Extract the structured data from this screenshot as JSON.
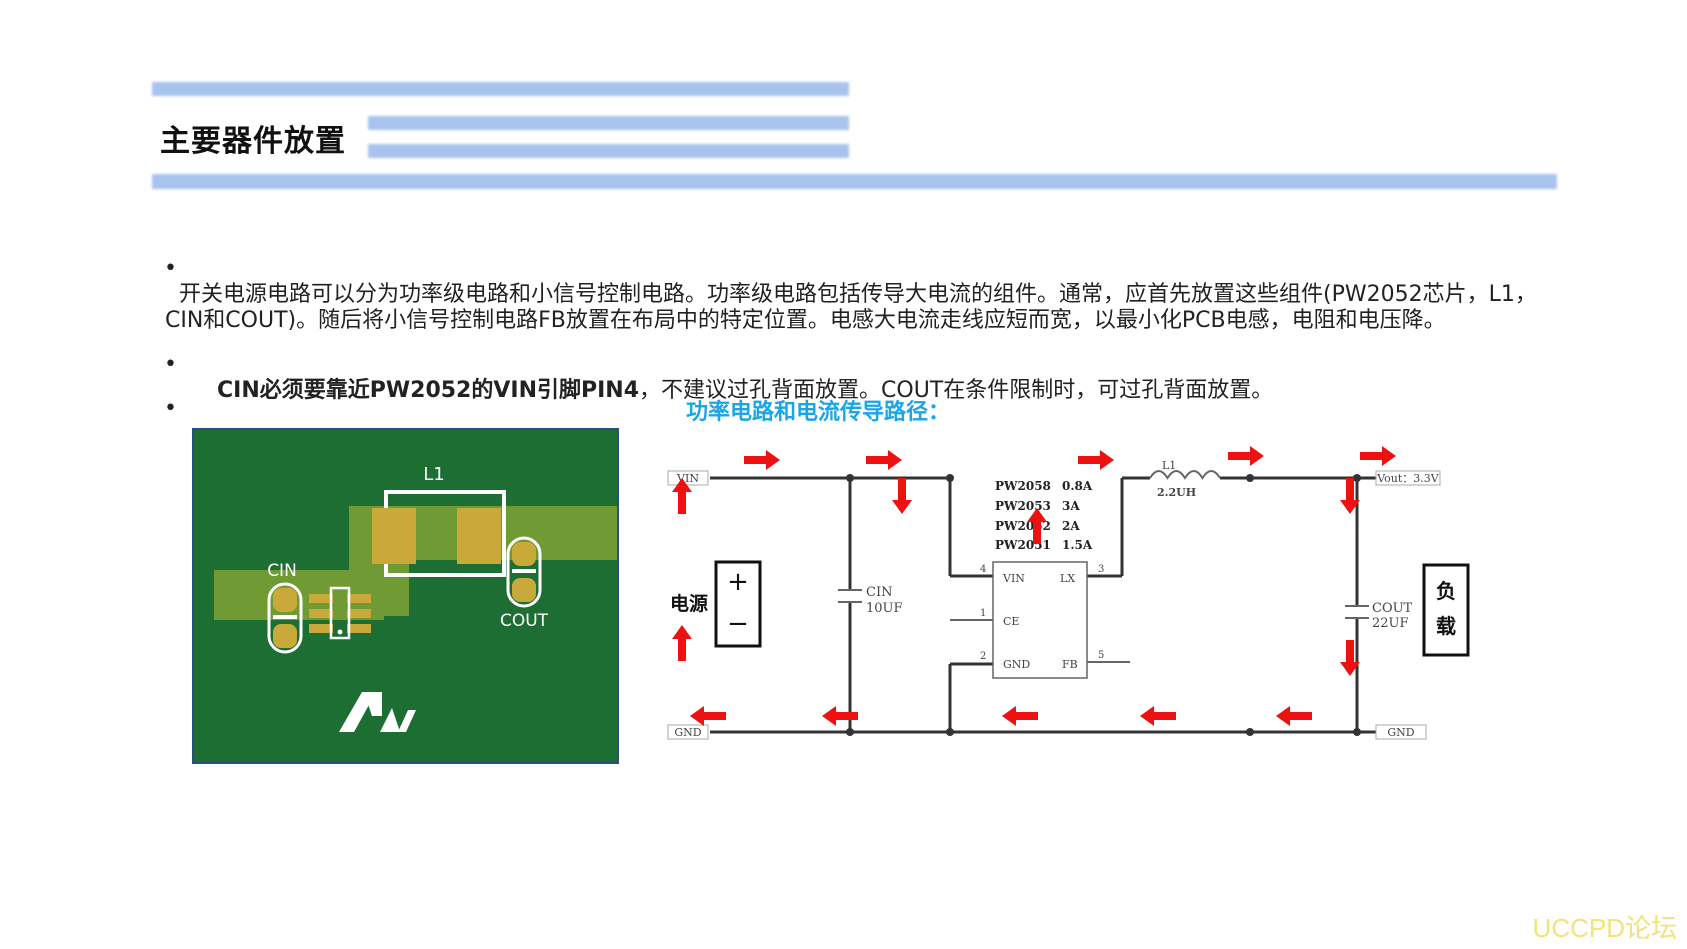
{
  "header": {
    "title": "主要器件放置"
  },
  "bullets": [
    {
      "text": "开关电源电路可以分为功率级电路和小信号控制电路。功率级电路包括传导大电流的组件。通常，应首先放置这些组件(PW2052芯片，L1，CIN和COUT)。随后将小信号控制电路FB放置在布局中的特定位置。电感大电流走线应短而宽，以最小化PCB电感，电阻和电压降。"
    },
    {
      "bold": "CIN必须要靠近PW2052的VIN引脚PIN4",
      "text": "，不建议过孔背面放置。COUT在条件限制时，可过孔背面放置。"
    }
  ],
  "bullet_mark": "•",
  "pcb": {
    "l1_label": "L1",
    "cin_label": "CIN",
    "cout_label": "COUT"
  },
  "diagram": {
    "title": "功率电路和电流传导路径：",
    "vin_label": "VIN",
    "gnd_label_left": "GND",
    "gnd_label_right": "GND",
    "vout_label": "Vout：3.3V",
    "l1_name": "L1",
    "l1_value": "2.2UH",
    "cin_name": "CIN",
    "cin_value": "10UF",
    "cout_name": "COUT",
    "cout_value": "22UF",
    "chip_table": [
      {
        "part": "PW2058",
        "current": "0.8A"
      },
      {
        "part": "PW2053",
        "current": "3A"
      },
      {
        "part": "PW2052",
        "current": "2A"
      },
      {
        "part": "PW2051",
        "current": "1.5A"
      }
    ],
    "pins": {
      "vin": "VIN",
      "ce": "CE",
      "gnd": "GND",
      "lx": "LX",
      "fb": "FB",
      "n4": "4",
      "n1": "1",
      "n2": "2",
      "n3": "3",
      "n5": "5"
    },
    "source_label": "电源",
    "source_plus": "+",
    "source_minus": "−",
    "load_label_1": "负",
    "load_label_2": "载",
    "arrow_color": "#ee1111"
  },
  "watermark": "UCCPD论坛",
  "colors": {
    "accent_bar": "#a8c4ee",
    "diagram_title": "#1aa6e6",
    "pcb_board": "#1d6e32",
    "pcb_copper": "#6f9a34",
    "pcb_pad": "#c8a93a",
    "watermark": "#f3e27a"
  }
}
